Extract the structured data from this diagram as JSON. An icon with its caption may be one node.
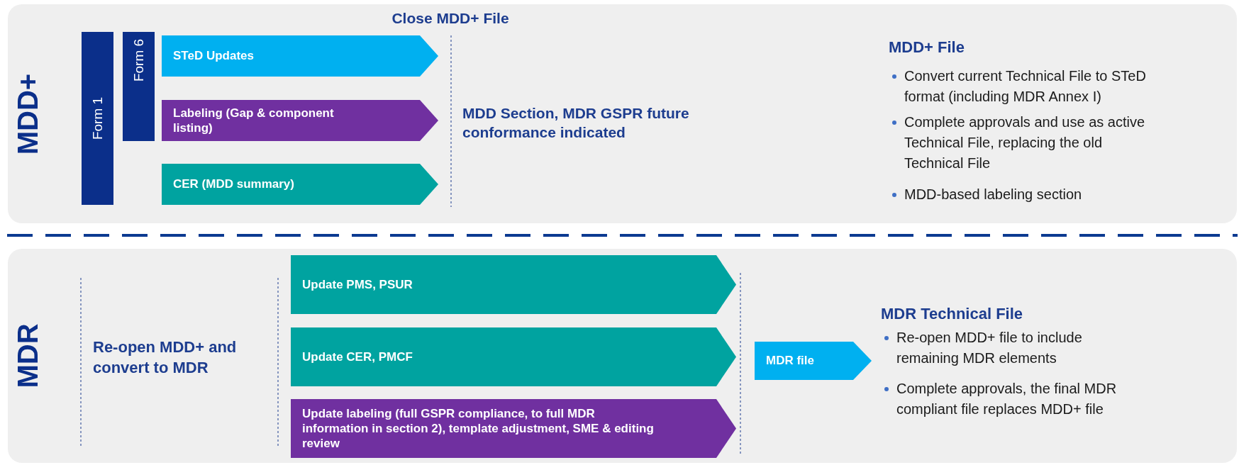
{
  "diagram": {
    "nodes": [
      {
        "text": [
          "MDD+"
        ]
      },
      {
        "text": [
          "Form 1"
        ],
        "in": 0
      },
      {
        "text": [
          "Form 6"
        ],
        "in": 0
      },
      {
        "text": [
          "STeD Updates"
        ],
        "in": 0
      },
      {
        "text": [
          "Labeling (Gap & component listing)"
        ],
        "in": 0
      },
      {
        "text": [
          "CER (MDD summary)"
        ],
        "in": 0
      },
      {
        "text": [
          "MDR"
        ]
      },
      {
        "text": [
          "Update PMS, PSUR"
        ],
        "in": 6
      },
      {
        "text": [
          "Update CER, PMCF"
        ],
        "in": 6
      },
      {
        "text": [
          "Update labeling (full GSPR compliance, to full MDR information in section 2), template adjustment, SME & editing review"
        ],
        "in": 6
      },
      {
        "text": [
          "MDR file"
        ],
        "in": 6
      }
    ],
    "labels": [
      "Close MDD+ File",
      "MDD Section, MDR GSPR future conformance indicated",
      "MDD+ File",
      "Convert current Technical File to STeD format (including MDR Annex I)",
      "Complete approvals and use as active Technical File, replacing the old Technical File",
      "MDD-based labeling section",
      "Re-open MDD+ and convert to MDR",
      "MDR Technical File",
      "Re-open MDD+ file to include remaining MDR elements",
      "Complete approvals, the final MDR compliant file replaces MDD+ file"
    ]
  }
}
